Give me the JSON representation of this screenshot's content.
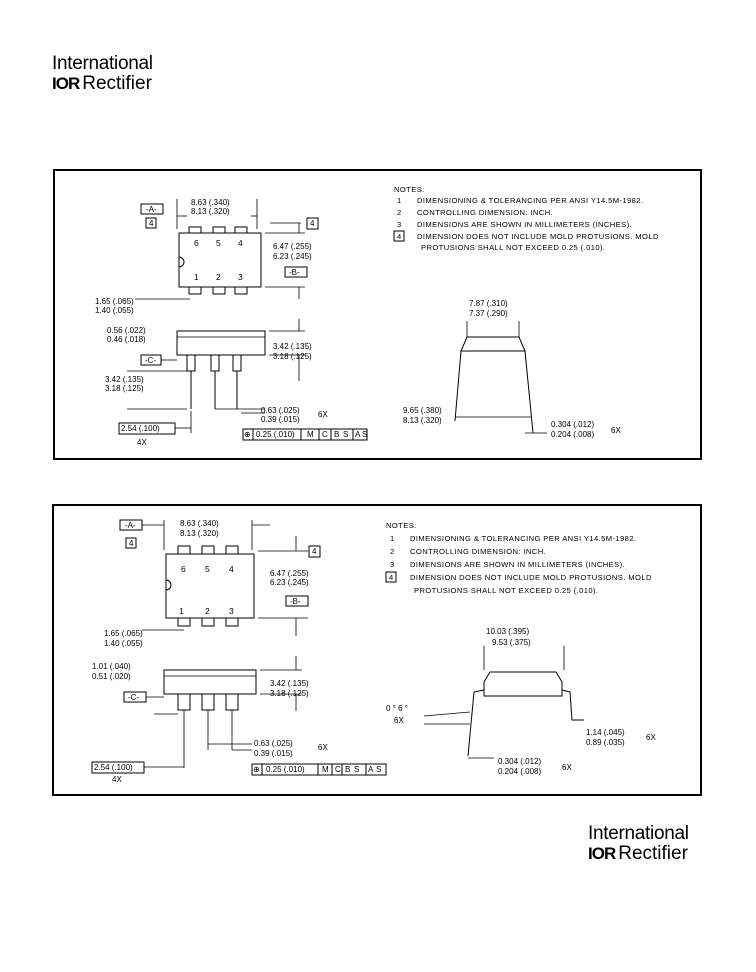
{
  "brand": {
    "line1": "International",
    "logo_mark": "IOR",
    "line2": "Rectifier"
  },
  "panel1": {
    "notes_title": "NOTES:",
    "notes": [
      {
        "num": "1",
        "text": "DIMENSIONING & TOLERANCING PER ANSI Y14.5M-1982."
      },
      {
        "num": "2",
        "text": "CONTROLLING DIMENSION: INCH."
      },
      {
        "num": "3",
        "text": "DIMENSIONS ARE SHOWN IN MILLIMETERS (INCHES)."
      },
      {
        "num": "4",
        "text": "DIMENSION DOES NOT INCLUDE MOLD PROTUSIONS. MOLD"
      },
      {
        "num": "",
        "text": "PROTUSIONS SHALL NOT EXCEED 0.25 (.010)."
      }
    ],
    "datum_a": "-A-",
    "datum_b": "-B-",
    "datum_c": "-C-",
    "note_flag": "4",
    "pins_top": [
      "6",
      "5",
      "4"
    ],
    "pins_bottom": [
      "1",
      "2",
      "3"
    ],
    "len_max": "8.63 (.340)",
    "len_min": "8.13 (.320)",
    "wid_max": "6.47 (.255)",
    "wid_min": "6.23 (.245)",
    "e1_max": "1.65 (.065)",
    "e1_min": "1.40 (.055)",
    "lead_max": "0.56 (.022)",
    "lead_min": "0.46 (.018)",
    "ht_max": "3.42 (.135)",
    "ht_min": "3.18 (.125)",
    "lead_len_max": "3.42 (.135)",
    "lead_len_min": "3.18 (.125)",
    "pitch": "2.54 (.100)",
    "pitch_mult": "4X",
    "lw_max": "0.63 (.025)",
    "lw_min": "0.39 (.015)",
    "lw_mult": "6X",
    "fcf": [
      "⊕",
      "0.25 (.010)",
      "M",
      "C",
      "B",
      "S",
      "A",
      "S"
    ],
    "row_max": "7.87 (.310)",
    "row_min": "7.37 (.290)",
    "spread_max": "9.65 (.380)",
    "spread_min": "8.13 (.320)",
    "thk_max": "0.304 (.012)",
    "thk_min": "0.204 (.008)",
    "thk_mult": "6X"
  },
  "panel2": {
    "notes_title": "NOTES:",
    "notes": [
      {
        "num": "1",
        "text": "DIMENSIONING & TOLERANCING PER ANSI Y14.5M-1982."
      },
      {
        "num": "2",
        "text": "CONTROLLING DIMENSION: INCH."
      },
      {
        "num": "3",
        "text": "DIMENSIONS ARE SHOWN IN MILLIMETERS (INCHES)."
      },
      {
        "num": "4",
        "text": "DIMENSION DOES NOT INCLUDE MOLD PROTUSIONS. MOLD"
      },
      {
        "num": "",
        "text": "PROTUSIONS SHALL NOT EXCEED 0.25 (.010)."
      }
    ],
    "datum_a": "-A-",
    "datum_b": "-B-",
    "datum_c": "-C-",
    "note_flag": "4",
    "pins_top": [
      "6",
      "5",
      "4"
    ],
    "pins_bottom": [
      "1",
      "2",
      "3"
    ],
    "len_max": "8.63 (.340)",
    "len_min": "8.13 (.320)",
    "wid_max": "6.47 (.255)",
    "wid_min": "6.23 (.245)",
    "e1_max": "1.65 (.065)",
    "e1_min": "1.40 (.055)",
    "sh_max": "1.01 (.040)",
    "sh_min": "0.51 (.020)",
    "ht_max": "3.42 (.135)",
    "ht_min": "3.18 (.125)",
    "pitch": "2.54 (.100)",
    "pitch_mult": "4X",
    "lw_max": "0.63 (.025)",
    "lw_min": "0.39 (.015)",
    "lw_mult": "6X",
    "fcf": [
      "⊕",
      "0.25 (.010)",
      "M",
      "C",
      "B",
      "S",
      "A",
      "S"
    ],
    "row_max": "10.03 (.395)",
    "row_min": "9.53 (.375)",
    "angle": "0 ° 6 °",
    "angle_mult": "6X",
    "foot_max": "1.14 (.045)",
    "foot_min": "0.89 (.035)",
    "foot_mult": "6X",
    "thk_max": "0.304 (.012)",
    "thk_min": "0.204 (.008)",
    "thk_mult": "6X"
  }
}
